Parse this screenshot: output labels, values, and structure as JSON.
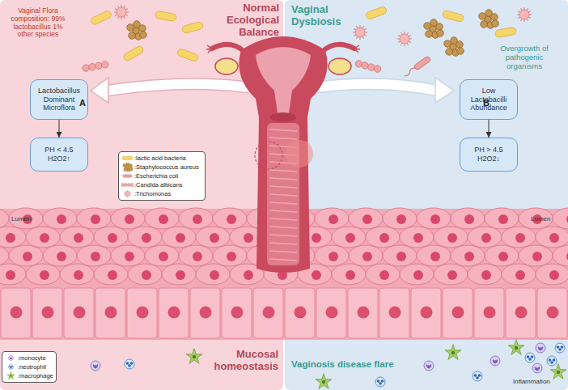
{
  "diagram": {
    "nodes": [
      {
        "text": [
          "Normal Ecological Balance",
          "Mucosal homeostasis"
        ]
      },
      {
        "text": [
          "Lactobacillus Dominant Microflora"
        ],
        "in": 0
      },
      {
        "text": [
          "PH < 4.5 H2O2↑"
        ],
        "in": 0
      },
      {
        "text": [
          "Vaginal Dysbiosis",
          "Vaginosis disease flare"
        ]
      },
      {
        "text": [
          "Low Lactobacilli Abundance"
        ],
        "in": 3
      },
      {
        "text": [
          "PH > 4.5 H2O2↓"
        ],
        "in": 3
      }
    ],
    "edges": [
      {
        "from": 1,
        "to": 2,
        "arrow": "to"
      },
      {
        "from": 4,
        "to": 5,
        "arrow": "to"
      }
    ],
    "labels": [
      "Vaginal Flora composition: 99% lactobacillus 1% other species",
      "Overgrowth of pathogenic organisms",
      "A",
      "B",
      "Lumen",
      "Lumen",
      "Inflammation"
    ],
    "legend": [
      {
        "text": ":lactic acid bacteria"
      },
      {
        "text": ":Staphylococcus aureus"
      },
      {
        "text": ":Escherichia coli"
      },
      {
        "text": ":Candida albicans"
      },
      {
        "text": ":Trichomonas"
      },
      {
        "text": ":monocyte"
      },
      {
        "text": ":neutrophil"
      },
      {
        "text": ":macrophage"
      }
    ]
  }
}
